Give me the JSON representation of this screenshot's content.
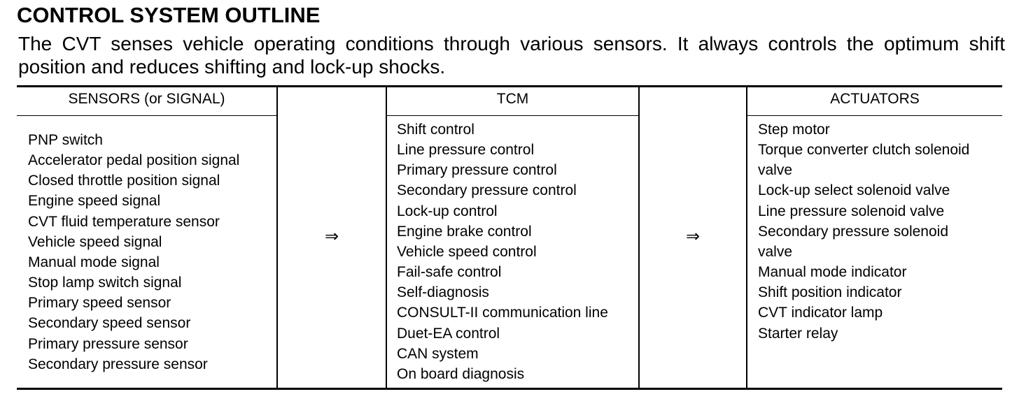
{
  "heading": "CONTROL SYSTEM OUTLINE",
  "intro": "The CVT senses vehicle operating conditions through various sensors. It always controls the optimum shift position and reduces shifting and lock-up shocks.",
  "table": {
    "sensors": {
      "header": "SENSORS (or SIGNAL)",
      "items": [
        "PNP switch",
        "Accelerator pedal position signal",
        "Closed throttle position signal",
        "Engine speed signal",
        "CVT fluid temperature sensor",
        "Vehicle speed signal",
        "Manual mode signal",
        "Stop lamp switch signal",
        "Primary speed sensor",
        "Secondary speed sensor",
        "Primary pressure sensor",
        "Secondary pressure sensor"
      ]
    },
    "arrow_1": "⇒",
    "tcm": {
      "header": "TCM",
      "items": [
        "Shift control",
        "Line pressure control",
        "Primary pressure control",
        "Secondary pressure control",
        "Lock-up control",
        "Engine brake control",
        "Vehicle speed control",
        "Fail-safe control",
        "Self-diagnosis",
        "CONSULT-II communication line",
        "Duet-EA control",
        "CAN system",
        "On board diagnosis"
      ]
    },
    "arrow_2": "⇒",
    "actuators": {
      "header": "ACTUATORS",
      "items": [
        "Step motor",
        "Torque converter clutch solenoid",
        "valve",
        "Lock-up select solenoid valve",
        "Line pressure solenoid valve",
        "Secondary pressure solenoid",
        "valve",
        "Manual mode indicator",
        "Shift position indicator",
        "CVT indicator lamp",
        "Starter relay"
      ]
    }
  }
}
